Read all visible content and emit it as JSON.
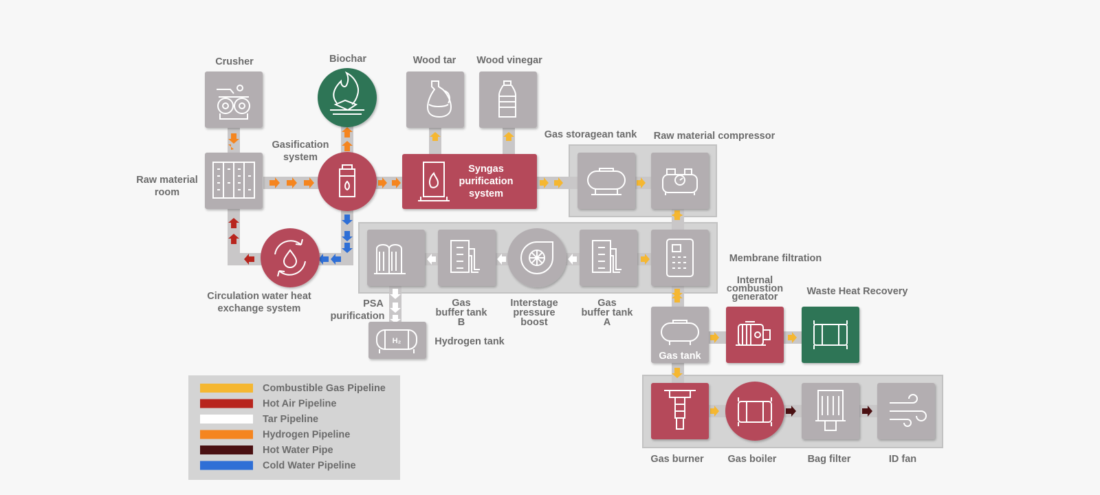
{
  "colors": {
    "gas": "#f5b731",
    "hot_air": "#b8251e",
    "tar": "#ffffff",
    "hydrogen": "#f5851f",
    "hot_water": "#4a1012",
    "cold_water": "#2f6fd6",
    "box_gray": "#b3aeb1",
    "box_red": "#b5485a",
    "box_green": "#2f7556",
    "frame": "#d4d4d4",
    "pipe": "#c9c7c8",
    "text": "#6b6b6b"
  },
  "labels": {
    "crusher": "Crusher",
    "biochar": "Biochar",
    "wood_tar": "Wood tar",
    "wood_vinegar": "Wood vinegar",
    "gas_storage_tank": "Gas storagean tank",
    "raw_material_compressor": "Raw material compressor",
    "gasification_l1": "Gasification",
    "gasification_l2": "system",
    "raw_room_l1": "Raw material",
    "raw_room_l2": "room",
    "syngas_l1": "Syngas",
    "syngas_l2": "purification",
    "syngas_l3": "system",
    "membrane_filtration": "Membrane filtration",
    "circulation_l1": "Circulation water heat",
    "circulation_l2": "exchange system",
    "psa_l1": "PSA",
    "psa_l2": "purification",
    "buffer_b_l1": "Gas",
    "buffer_b_l2": "buffer tank",
    "buffer_b_l3": "B",
    "interstage_l1": "Interstage",
    "interstage_l2": "pressure",
    "interstage_l3": "boost",
    "buffer_a_l1": "Gas",
    "buffer_a_l2": "buffer tank",
    "buffer_a_l3": "A",
    "ice_l1": "Internal",
    "ice_l2": "combustion",
    "ice_l3": "generator",
    "waste_heat": "Waste Heat Recovery",
    "hydrogen_tank": "Hydrogen tank",
    "gas_tank": "Gas tank",
    "gas_burner": "Gas burner",
    "gas_boiler": "Gas boiler",
    "bag_filter": "Bag filter",
    "id_fan": "ID fan",
    "h2_symbol": "H₂"
  },
  "legend": [
    {
      "label": "Combustible Gas Pipeline",
      "color": "#f5b731"
    },
    {
      "label": "Hot Air Pipeline",
      "color": "#b8251e"
    },
    {
      "label": "Tar Pipeline",
      "color": "#ffffff"
    },
    {
      "label": "Hydrogen Pipeline",
      "color": "#f5851f"
    },
    {
      "label": "Hot Water Pipe",
      "color": "#4a1012"
    },
    {
      "label": "Cold Water Pipeline",
      "color": "#2f6fd6"
    }
  ]
}
